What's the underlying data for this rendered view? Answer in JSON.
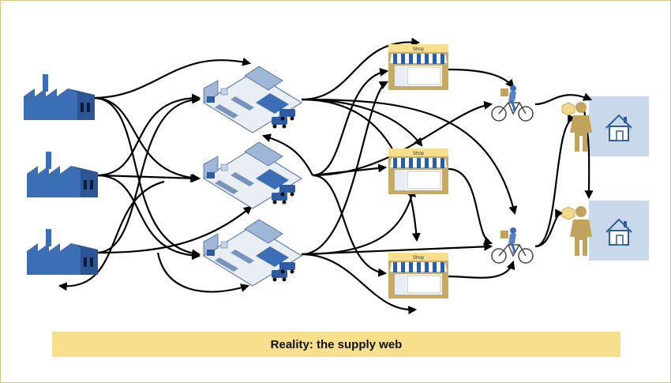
{
  "diagram": {
    "shop_label": "Shop",
    "caption": "Reality: the supply web",
    "colors": {
      "factory": "#3b6eb5",
      "factory_dark": "#1e3f73",
      "warehouse": "#9fb6d6",
      "shop_frame": "#c7ab63",
      "shop_header": "#f7df8e",
      "awning": "#2f5c9e",
      "person": "#c2a35c",
      "house_bg": "#c9d8eb",
      "caption_bg": "#f7df8e",
      "arrow": "#000000"
    },
    "nodes": {
      "factories": [
        "factory",
        "factory",
        "factory"
      ],
      "warehouses": [
        "warehouse",
        "warehouse",
        "warehouse"
      ],
      "shops": [
        "shop",
        "shop",
        "shop"
      ],
      "couriers": [
        "bicycle-courier",
        "bicycle-courier"
      ],
      "customers": [
        "person-with-parcel",
        "person-with-parcel"
      ],
      "homes": [
        "house",
        "house"
      ]
    }
  }
}
